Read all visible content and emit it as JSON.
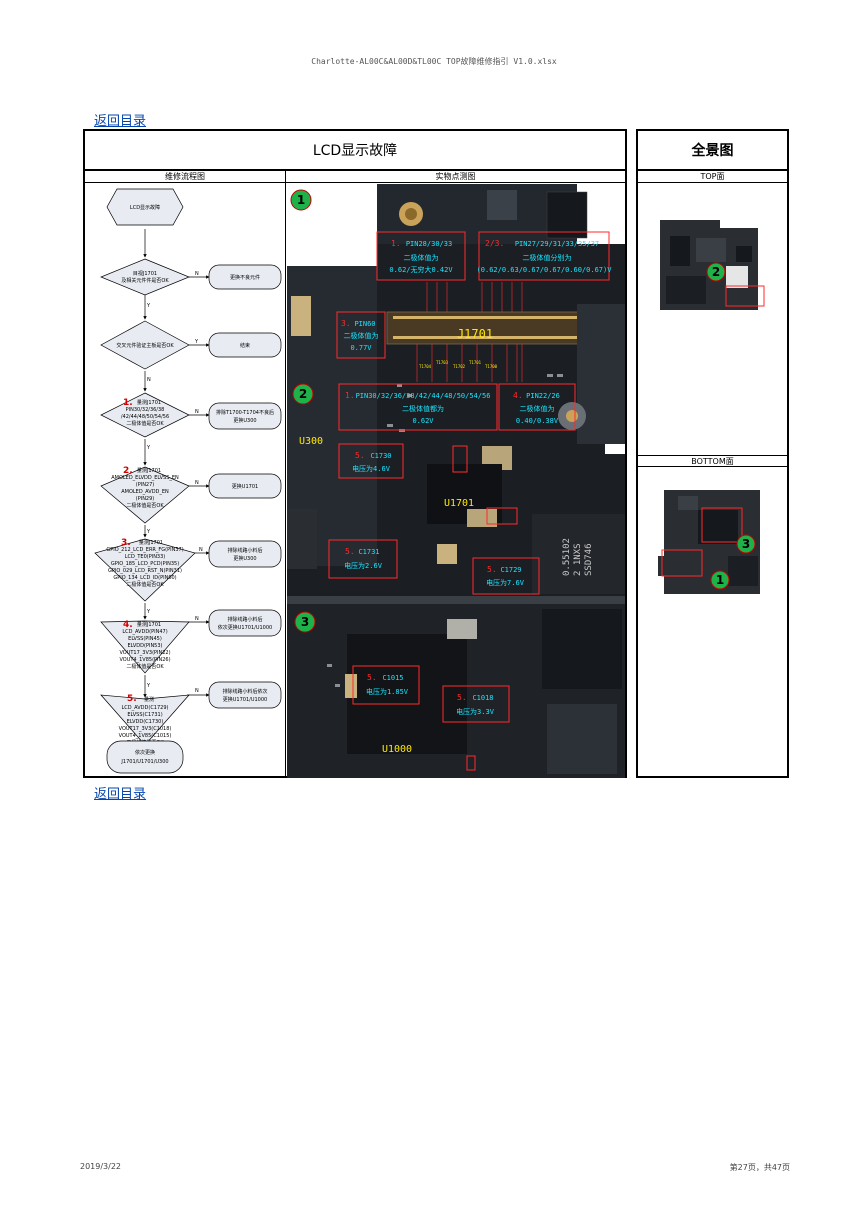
{
  "document": {
    "file_title": "Charlotte-AL00C&AL00D&TL00C TOP故障维修指引 V1.0.xlsx",
    "back_link": "返回目录",
    "date": "2019/3/22",
    "page_info": "第27页，共47页"
  },
  "main": {
    "title": "LCD显示故障",
    "flow_header": "维修流程图",
    "photo_header": "实物点测图"
  },
  "side": {
    "title": "全景图",
    "top_label": "TOP面",
    "bottom_label": "BOTTOM面"
  },
  "flow": {
    "start": "LCD显示故障",
    "q1_a": "目视J1701",
    "q1_b": "及相关元件件是否OK",
    "a1": "更换不良元件",
    "q2": "交叉元件验证主板是否OK",
    "a2": "结束",
    "yes": "Y",
    "no": "N",
    "n1": "1.",
    "q3_a": "量测J1701",
    "q3_b": "PIN30/32/36/38",
    "q3_c": "/42/44/48/50/54/56",
    "q3_d": "二极体值是否OK",
    "a3_a": "排除T1700-T1704不良后",
    "a3_b": "更换U300",
    "n2": "2.",
    "q4_a": "量测J1701",
    "q4_b": "AMOLED_ELVDD_ELVSS_EN",
    "q4_c": "(PIN27)",
    "q4_d": "AMOLED_AVDD_EN",
    "q4_e": "(PIN29)",
    "q4_f": "二极体值是否OK",
    "a4": "更换U1701",
    "n3": "3.",
    "q5_a": "量测J1701",
    "q5_b": "GPIO_212_LCD_ERR_FG(PIN37)",
    "q5_c": "LCD_TE0(PIN33)",
    "q5_d": "GPIO_185_LCD_PCD(PIN35)",
    "q5_e": "GPIO_029_LCD_RST_N(PIN31)",
    "q5_f": "GPIO_134_LCD_ID(PIN60)",
    "q5_g": "二极体值是否OK",
    "a5_a": "排除线路小料后",
    "a5_b": "更换U300",
    "n4": "4.",
    "q6_a": "量测J1701",
    "q6_b": "LCD_AVDD(PIN47)",
    "q6_c": "ELVSS(PIN45)",
    "q6_d": "ELVDD(PIN53)",
    "q6_e": "VOUT17_3V3(PIN22)",
    "q6_f": "VOUT4_1V85(PIN26)",
    "q6_g": "二极体值是否OK",
    "a6_a": "排除线路小料后",
    "a6_b": "依次更换U1701/U1000",
    "n5": "5.",
    "q7_a": "量测",
    "q7_b": "LCD_AVDD(C1729)",
    "q7_c": "ELVSS(C1731)",
    "q7_d": "ELVDD(C1730)",
    "q7_e": "VOUT17_3V3(C1018)",
    "q7_f": "VOUT4_1V85(C1015)",
    "q7_g": "二极体值是否OK",
    "a7_a": "排除线路小料后依次",
    "a7_b": "更换U1701/U1000",
    "end_a": "依次更换",
    "end_b": "J1701/U1701/U300"
  },
  "photo": {
    "circle1": "1",
    "circle2": "2",
    "circle3": "3",
    "box1_num": "1.",
    "box1_a": "PIN28/30/33",
    "box1_b": "二极体值为",
    "box1_c": "0.62/无穷大0.42V",
    "box2_num": "2/3.",
    "box2_a": "PIN27/29/31/33/35/37",
    "box2_b": "二极体值分别为",
    "box2_c": "(0.62/0.63/0.67/0.67/0.60/0.67)V",
    "box3_num": "3.",
    "box3_a": "PIN60",
    "box3_b": "二极体值为",
    "box3_c": "0.77V",
    "j1701": "J1701",
    "t_labels": [
      "T1704",
      "T1703",
      "T1702",
      "T1701",
      "T1700"
    ],
    "box4_num": "1.",
    "box4_a": "PIN30/32/36/38/42/44/48/50/54/56",
    "box4_b": "二极体值都为",
    "box4_c": "0.62V",
    "box5_num": "4.",
    "box5_a": "PIN22/26",
    "box5_b": "二极体值为",
    "box5_c": "0.40/0.38V",
    "u300": "U300",
    "box6_num": "5.",
    "box6_a": "C1730",
    "box6_b": "电压为4.6V",
    "u1701": "U1701",
    "box7_num": "5.",
    "box7_a": "C1731",
    "box7_b": "电压为2.6V",
    "box8_num": "5.",
    "box8_a": "C1729",
    "box8_b": "电压为7.6V",
    "box9_num": "5.",
    "box9_a": "C1015",
    "box9_b": "电压为1.85V",
    "box10_num": "5.",
    "box10_a": "C1018",
    "box10_b": "电压为3.3V",
    "u1000": "U1000",
    "chip_marks": [
      "0.55102",
      "2 1NXS",
      "SSD746"
    ]
  },
  "side_photo": {
    "top_circle": "2",
    "bottom_circle_a": "3",
    "bottom_circle_b": "1"
  }
}
